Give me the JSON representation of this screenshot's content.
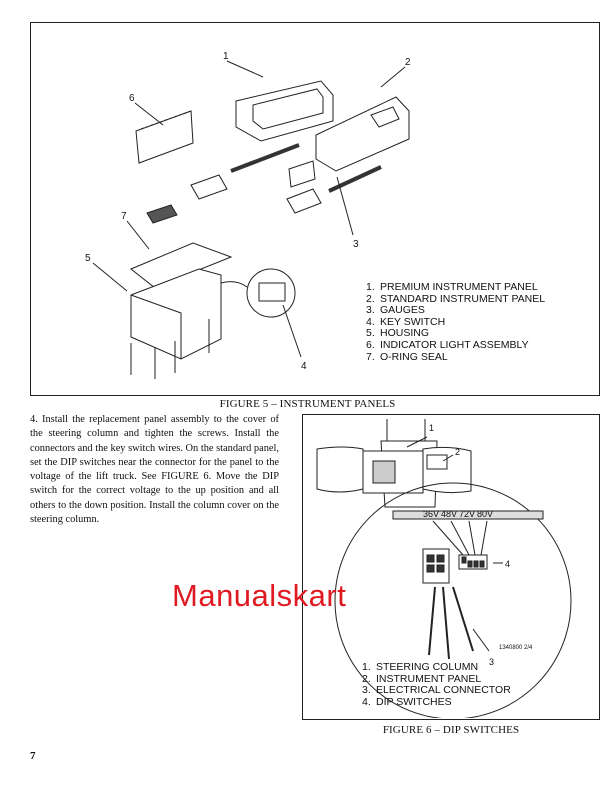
{
  "figure5": {
    "caption": "FIGURE 5 – INSTRUMENT PANELS",
    "callouts": [
      "1",
      "2",
      "3",
      "4",
      "5",
      "6",
      "7"
    ],
    "legend": [
      {
        "num": "1.",
        "text": "PREMIUM INSTRUMENT PANEL"
      },
      {
        "num": "2.",
        "text": "STANDARD INSTRUMENT PANEL"
      },
      {
        "num": "3.",
        "text": "GAUGES"
      },
      {
        "num": "4.",
        "text": "KEY SWITCH"
      },
      {
        "num": "5.",
        "text": "HOUSING"
      },
      {
        "num": "6.",
        "text": "INDICATOR LIGHT ASSEMBLY"
      },
      {
        "num": "7.",
        "text": "O-RING SEAL"
      }
    ]
  },
  "step": {
    "text": "4.    Install the replacement panel assembly to the cover of the steering column and tighten the screws. Install the connectors and the key switch wires. On the standard panel, set the DIP switches near the connector for the panel to the voltage of the lift truck. See FIGURE 6. Move the DIP switch for the correct voltage to the up position and all others to the down position. Install the column cover on the steering column."
  },
  "watermark": "Manualskart",
  "figure6": {
    "caption": "FIGURE 6 – DIP SWITCHES",
    "callouts": [
      "1",
      "2",
      "3",
      "4"
    ],
    "voltages": [
      "36V",
      "48V",
      "72V",
      "80V"
    ],
    "part_code": "1340800 2/4",
    "legend": [
      {
        "num": "1.",
        "text": "STEERING COLUMN"
      },
      {
        "num": "2.",
        "text": "INSTRUMENT PANEL"
      },
      {
        "num": "3.",
        "text": "ELECTRICAL CONNECTOR"
      },
      {
        "num": "4.",
        "text": "DIP SWITCHES"
      }
    ]
  },
  "page_number": "7"
}
